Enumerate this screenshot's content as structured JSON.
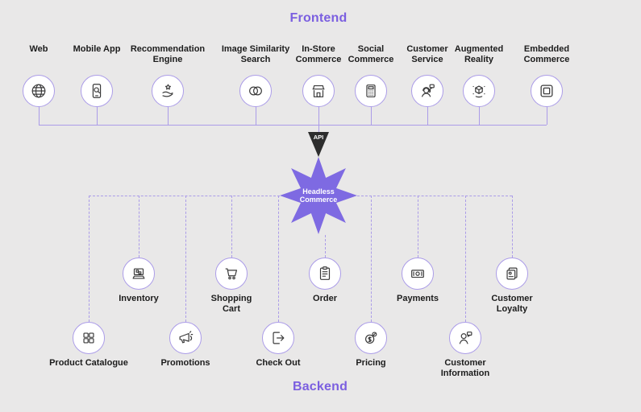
{
  "colors": {
    "background": "#e9e8e8",
    "accent": "#7b5fe0",
    "line": "#ab9ce8",
    "node_fill": "#ffffff",
    "api_arrow": "#2d2d2d",
    "hub_fill": "#7e6ae2",
    "label_text": "#1c1c1c"
  },
  "frontend": {
    "title": "Frontend",
    "items": [
      {
        "label": "Web",
        "icon": "globe-icon"
      },
      {
        "label": "Mobile App",
        "icon": "mobile-search-icon"
      },
      {
        "label": "Recommendation Engine",
        "icon": "recommendation-hand-star-icon"
      },
      {
        "label": "Image Similarity Search",
        "icon": "image-similarity-icon"
      },
      {
        "label": "In-Store Commerce",
        "icon": "storefront-icon"
      },
      {
        "label": "Social Commerce",
        "icon": "social-commerce-icon"
      },
      {
        "label": "Customer Service",
        "icon": "customer-service-headset-icon"
      },
      {
        "label": "Augmented Reality",
        "icon": "ar-cube-icon"
      },
      {
        "label": "Embedded Commerce",
        "icon": "embedded-commerce-icon"
      }
    ]
  },
  "api": {
    "label": "API"
  },
  "hub": {
    "label": "Headless Commerce"
  },
  "backend": {
    "title": "Backend",
    "top_row": [
      {
        "label": "Inventory",
        "icon": "inventory-icon"
      },
      {
        "label": "Shopping Cart",
        "icon": "shopping-cart-icon"
      },
      {
        "label": "Order",
        "icon": "order-clipboard-icon"
      },
      {
        "label": "Payments",
        "icon": "payments-cash-icon"
      },
      {
        "label": "Customer Loyalty",
        "icon": "customer-loyalty-cards-icon"
      }
    ],
    "bottom_row": [
      {
        "label": "Product Catalogue",
        "icon": "product-catalogue-grid-icon"
      },
      {
        "label": "Promotions",
        "icon": "promotions-megaphone-icon"
      },
      {
        "label": "Check Out",
        "icon": "checkout-arrow-icon"
      },
      {
        "label": "Pricing",
        "icon": "pricing-coin-icon"
      },
      {
        "label": "Customer Information",
        "icon": "customer-information-icon"
      }
    ]
  }
}
